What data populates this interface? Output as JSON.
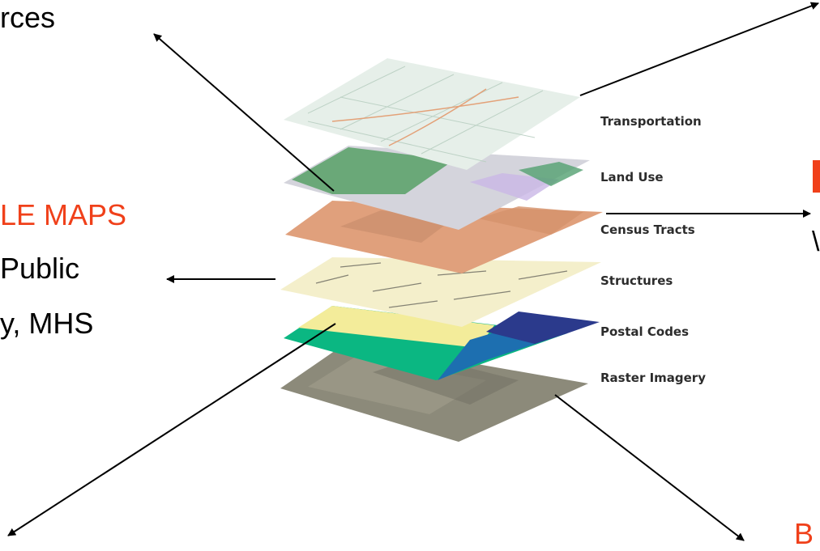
{
  "left_text": {
    "line1": "rces",
    "line2": "LE MAPS",
    "line3": "Public",
    "line4": "y, MHS"
  },
  "bottom_right_text": "B",
  "layers": [
    "Transportation",
    "Land Use",
    "Census Tracts",
    "Structures",
    "Postal Codes",
    "Raster Imagery"
  ],
  "colors": {
    "accent_red": "#f0401a",
    "transportation": "#e6efe9",
    "land_use_grey": "#d4d4dc",
    "land_use_green": "#6aa878",
    "census": "#e0a07c",
    "structures": "#f4efcb",
    "postal_yellow": "#f3ec9a",
    "postal_green": "#0bb782",
    "postal_blue": "#1d6fb0",
    "postal_navy": "#2b3a8c",
    "raster": "#8c8a7a"
  }
}
